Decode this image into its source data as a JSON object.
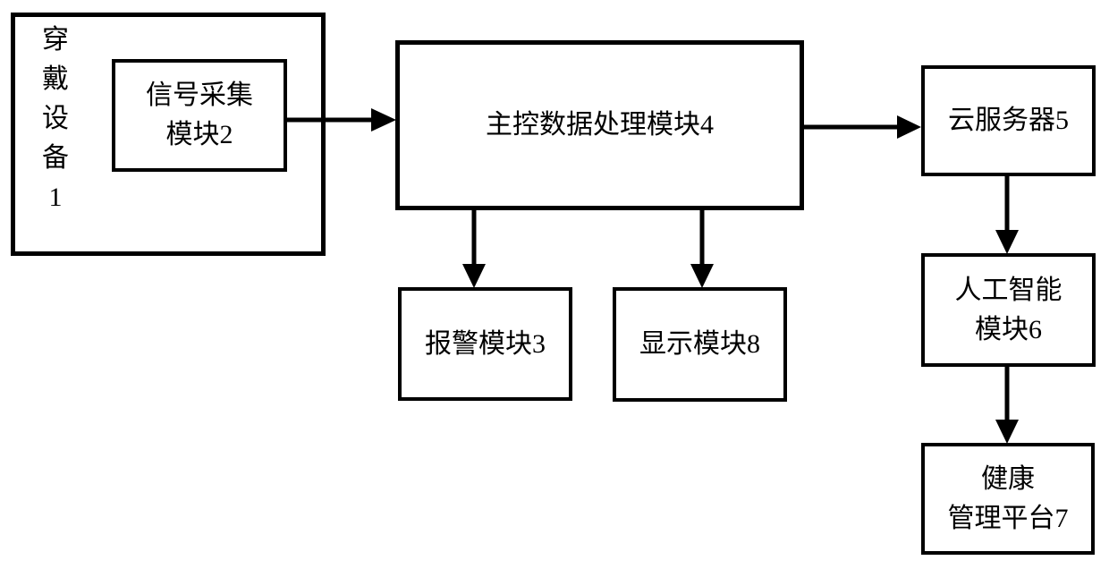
{
  "canvas": {
    "background": "#ffffff",
    "line_color": "#000000",
    "text_color": "#000000"
  },
  "nodes": {
    "wearable": {
      "label": "穿\n戴\n设\n备\n1"
    },
    "signal": {
      "label": "信号采集\n模块2"
    },
    "main": {
      "label": "主控数据处理模块4"
    },
    "alarm": {
      "label": "报警模块3"
    },
    "display": {
      "label": "显示模块8"
    },
    "cloud": {
      "label": "云服务器5"
    },
    "ai": {
      "label": "人工智能\n模块6"
    },
    "health": {
      "label": "健康\n管理平台7"
    }
  },
  "edges": [
    {
      "from": "信号采集模块2",
      "to": "主控数据处理模块4"
    },
    {
      "from": "主控数据处理模块4",
      "to": "报警模块3"
    },
    {
      "from": "主控数据处理模块4",
      "to": "显示模块8"
    },
    {
      "from": "主控数据处理模块4",
      "to": "云服务器5"
    },
    {
      "from": "云服务器5",
      "to": "人工智能模块6"
    },
    {
      "from": "人工智能模块6",
      "to": "健康管理平台7"
    }
  ]
}
